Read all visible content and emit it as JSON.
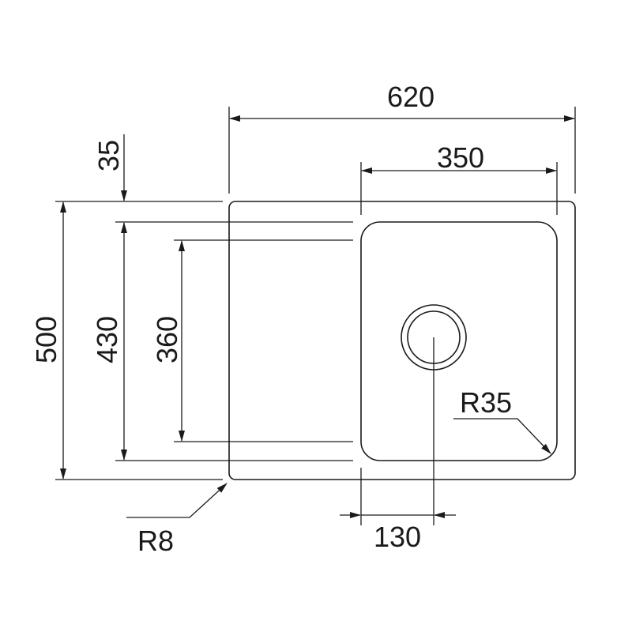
{
  "title": "Sink dimension drawing",
  "dimensions": {
    "overall_width": "620",
    "bowl_width": "350",
    "top_offset": "35",
    "overall_depth": "500",
    "bowl_depth": "430",
    "drainboard_depth": "360",
    "drain_offset": "130",
    "bowl_radius": "R35",
    "corner_radius": "R8"
  },
  "colors": {
    "line": "#1a1a1a",
    "background": "#ffffff"
  }
}
